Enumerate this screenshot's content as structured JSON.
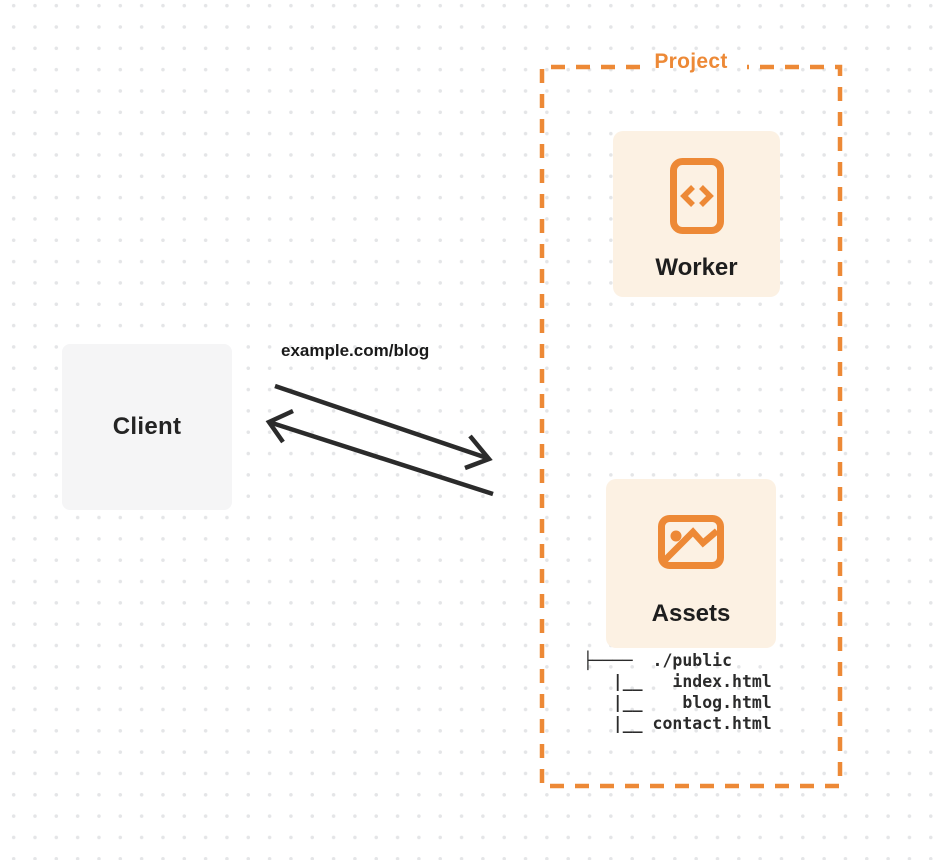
{
  "project": {
    "title": "Project",
    "worker": {
      "label": "Worker",
      "icon": "code-file-icon"
    },
    "assets": {
      "label": "Assets",
      "icon": "image-icon"
    },
    "file_tree": {
      "root": "├────  ./public",
      "line1": "   |__   index.html",
      "line2": "   |__    blog.html",
      "line3": "   |__ contact.html"
    }
  },
  "client": {
    "label": "Client"
  },
  "request": {
    "label": "example.com/blog"
  },
  "colors": {
    "accent_orange": "#ED8936",
    "card_background": "#FCF1E3",
    "client_background": "#F5F5F6",
    "arrow": "#2B2B2B",
    "text_dark": "#1E1E1E",
    "dot_grid": "#E4E5E7"
  }
}
